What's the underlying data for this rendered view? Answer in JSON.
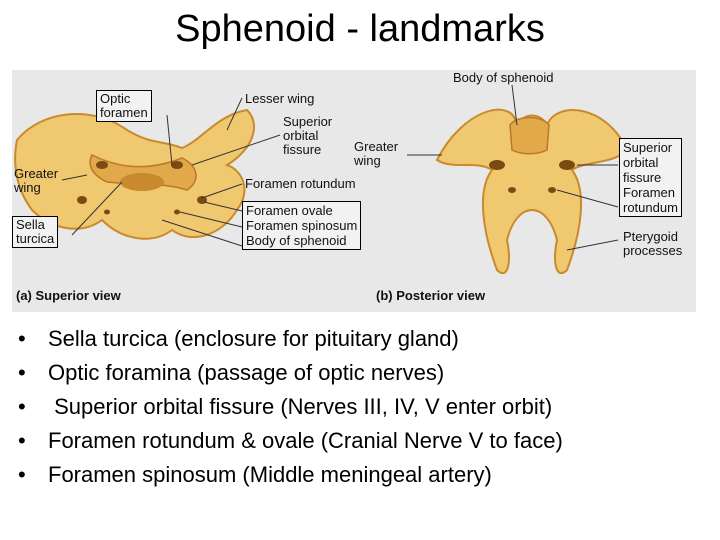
{
  "title": "Sphenoid - landmarks",
  "figure": {
    "superior_labels": {
      "optic_foramen": "Optic\nforamen",
      "lesser_wing": "Lesser wing",
      "superior_orbital_fissure": "Superior\norbital\nfissure",
      "greater_wing": "Greater\nwing",
      "sella_turcica": "Sella\nturcica",
      "foramen_rotundum": "Foramen rotundum",
      "foramen_ovale": "Foramen ovale",
      "foramen_spinosum": "Foramen spinosum",
      "body_of_sphenoid": "Body of sphenoid",
      "view_caption": "(a) Superior view"
    },
    "posterior_labels": {
      "body_of_sphenoid": "Body of sphenoid",
      "greater_wing": "Greater\nwing",
      "superior_orbital_fissure": "Superior\norbital\nfissure",
      "foramen_rotundum": "Foramen\nrotundum",
      "pterygoid_processes": "Pterygoid\nprocesses",
      "view_caption": "(b) Posterior view"
    },
    "colors": {
      "bone": "#f0c870",
      "bone_dark": "#c98a2e",
      "background": "#e8e8e8"
    }
  },
  "bullets": [
    "Sella turcica (enclosure for pituitary gland)",
    "Optic foramina (passage of optic nerves)",
    " Superior orbital fissure (Nerves III, IV, V enter orbit)",
    "Foramen rotundum & ovale (Cranial Nerve V to face)",
    "Foramen spinosum (Middle meningeal artery)"
  ]
}
